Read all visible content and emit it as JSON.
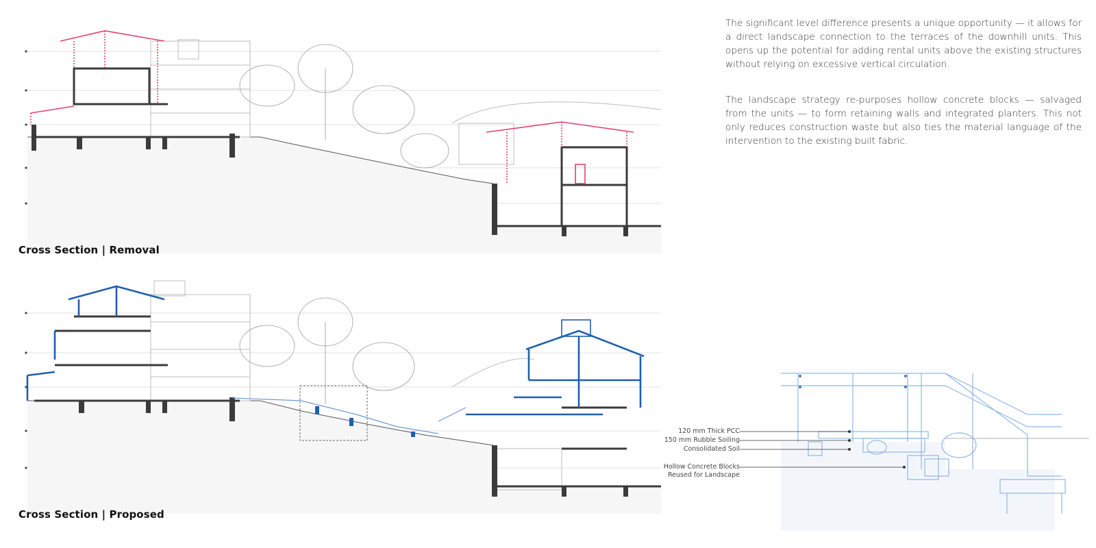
{
  "captions": {
    "removal": "Cross Section | Removal",
    "proposed": "Cross Section | Proposed"
  },
  "paragraphs": [
    "The significant level difference presents a unique opportunity — it allows for a direct landscape connection to the terraces of the downhill units. This opens up the potential for adding rental units above the existing structures without relying on excessive vertical circulation.",
    "The landscape strategy re-purposes hollow concrete blocks — salvaged from the units — to form retaining walls and integrated planters. This not only reduces construction waste but also ties the material language of the intervention to the existing built fabric."
  ],
  "detail_labels": {
    "pcc": "120 mm Thick PCC",
    "rubble": "150 mm Rubble Soiling",
    "soil": "Consolidated Soil",
    "blocks_line1": "Hollow Concrete Blocks",
    "blocks_line2": "Reused for Landscape"
  },
  "colors": {
    "removal": "#e0436a",
    "proposed": "#1f5fae",
    "existing": "#bcbcbc",
    "structure": "#3b3b3b"
  }
}
